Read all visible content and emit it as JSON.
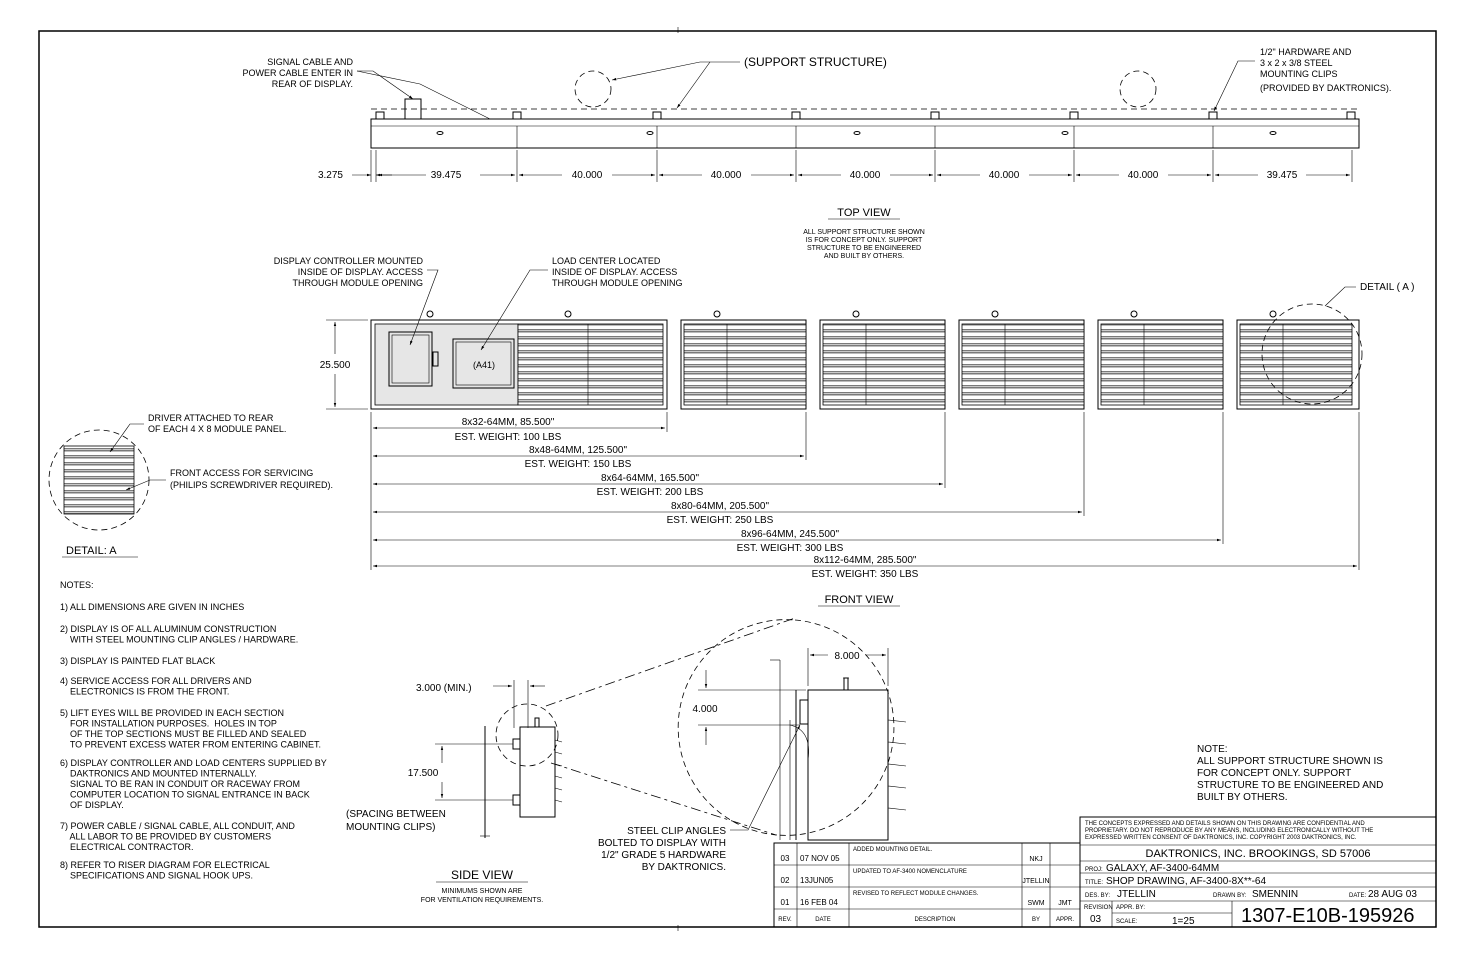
{
  "top_view": {
    "title": "TOP VIEW",
    "note": [
      "ALL SUPPORT STRUCTURE SHOWN",
      "IS FOR CONCEPT ONLY.  SUPPORT",
      "STRUCTURE TO BE ENGINEERED",
      "AND BUILT BY OTHERS."
    ],
    "callout_signal": [
      "SIGNAL CABLE AND",
      "POWER CABLE ENTER IN",
      "REAR OF DISPLAY."
    ],
    "callout_support": "(SUPPORT  STRUCTURE)",
    "callout_hardware": [
      "1/2\" HARDWARE AND",
      "3 x 2 x 3/8 STEEL",
      "MOUNTING CLIPS",
      "(PROVIDED BY DAKTRONICS)."
    ],
    "dimensions": [
      "3.275",
      "39.475",
      "40.000",
      "40.000",
      "40.000",
      "40.000",
      "40.000",
      "39.475"
    ]
  },
  "front_view": {
    "title": "FRONT VIEW",
    "callout_controller": [
      "DISPLAY CONTROLLER MOUNTED",
      "INSIDE OF DISPLAY.  ACCESS",
      "THROUGH MODULE OPENING"
    ],
    "callout_loadcenter": [
      "LOAD CENTER LOCATED",
      "INSIDE OF DISPLAY. ACCESS",
      "THROUGH MODULE OPENING"
    ],
    "detail_callout": "DETAIL  ( A )",
    "height_dim": "25.500",
    "load_center_label": "(A41)",
    "sizes": [
      {
        "label": "8x32-64MM, 85.500\"",
        "weight": "EST. WEIGHT: 100 LBS"
      },
      {
        "label": "8x48-64MM, 125.500\"",
        "weight": "EST. WEIGHT: 150 LBS"
      },
      {
        "label": "8x64-64MM, 165.500\"",
        "weight": "EST. WEIGHT: 200 LBS"
      },
      {
        "label": "8x80-64MM, 205.500\"",
        "weight": "EST. WEIGHT: 250 LBS"
      },
      {
        "label": "8x96-64MM, 245.500\"",
        "weight": "EST. WEIGHT: 300 LBS"
      },
      {
        "label": "8x112-64MM, 285.500\"",
        "weight": "EST. WEIGHT: 350 LBS"
      }
    ]
  },
  "detail_a": {
    "title": "DETAIL: A",
    "callout_driver": [
      "DRIVER ATTACHED TO REAR",
      "OF EACH 4 X 8 MODULE PANEL."
    ],
    "callout_access": [
      "FRONT ACCESS FOR SERVICING",
      "(PHILIPS SCREWDRIVER REQUIRED)."
    ]
  },
  "notes": {
    "heading": "NOTES:",
    "items": [
      [
        "1) ALL DIMENSIONS ARE GIVEN IN INCHES"
      ],
      [
        "2) DISPLAY IS OF ALL ALUMINUM CONSTRUCTION",
        "    WITH STEEL MOUNTING CLIP ANGLES / HARDWARE."
      ],
      [
        "3) DISPLAY IS PAINTED FLAT BLACK"
      ],
      [
        "4) SERVICE ACCESS FOR ALL DRIVERS AND",
        "    ELECTRONICS IS FROM THE FRONT."
      ],
      [
        "5) LIFT EYES WILL BE PROVIDED IN EACH SECTION",
        "    FOR INSTALLATION PURPOSES.  HOLES IN TOP",
        "    OF THE TOP SECTIONS MUST BE FILLED AND SEALED",
        "    TO PREVENT EXCESS WATER FROM ENTERING CABINET."
      ],
      [
        "6) DISPLAY CONTROLLER AND LOAD CENTERS SUPPLIED BY",
        "    DAKTRONICS AND MOUNTED INTERNALLY.",
        "    SIGNAL TO BE RAN IN CONDUIT OR RACEWAY FROM",
        "    COMPUTER LOCATION TO SIGNAL ENTRANCE IN BACK",
        "    OF DISPLAY."
      ],
      [
        "7) POWER CABLE / SIGNAL CABLE, ALL CONDUIT, AND",
        "    ALL LABOR TO BE PROVIDED BY CUSTOMERS",
        "    ELECTRICAL CONTRACTOR."
      ],
      [
        "8) REFER TO RISER DIAGRAM FOR ELECTRICAL",
        "    SPECIFICATIONS AND SIGNAL HOOK UPS."
      ]
    ]
  },
  "side_view": {
    "title": "SIDE  VIEW",
    "subtitle": [
      "MINIMUMS SHOWN ARE",
      "FOR VENTILATION REQUIREMENTS."
    ],
    "dim_min": "3.000 (MIN.)",
    "dim_spacing": "17.500",
    "spacing_label": [
      "(SPACING BETWEEN",
      "MOUNTING CLIPS)"
    ],
    "dim_detail_w": "8.000",
    "dim_detail_h": "4.000",
    "callout_clip": [
      "STEEL CLIP ANGLES",
      "BOLTED TO DISPLAY WITH",
      "1/2\" GRADE 5 HARDWARE",
      "BY DAKTRONICS."
    ]
  },
  "support_note": [
    "NOTE:",
    "ALL SUPPORT STRUCTURE SHOWN IS",
    "FOR CONCEPT ONLY.  SUPPORT",
    "STRUCTURE TO BE ENGINEERED AND",
    "BUILT BY OTHERS."
  ],
  "revisions": {
    "rows": [
      {
        "rev": "03",
        "date": "07 NOV 05",
        "desc": "ADDED MOUNTING DETAIL.",
        "by": "NKJ",
        "appr": ""
      },
      {
        "rev": "02",
        "date": "13JUN05",
        "desc": "UPDATED TO AF-3400 NOMENCLATURE",
        "by": "JTELLIN",
        "appr": ""
      },
      {
        "rev": "01",
        "date": "16 FEB 04",
        "desc": "REVISED TO REFLECT MODULE CHANGES.",
        "by": "SWM",
        "appr": "JMT"
      }
    ],
    "headers": {
      "rev": "REV.",
      "date": "DATE",
      "desc": "DESCRIPTION",
      "by": "BY",
      "appr": "APPR."
    }
  },
  "title_block": {
    "confidential": [
      "THE CONCEPTS EXPRESSED AND DETAILS SHOWN ON THIS DRAWING ARE CONFIDENTIAL AND",
      "PROPRIETARY.  DO NOT REPRODUCE BY ANY MEANS, INCLUDING ELECTRONICALLY WITHOUT THE",
      "EXPRESSED WRITTEN CONSENT OF DAKTRONICS, INC.          COPYRIGHT 2003 DAKTRONICS, INC."
    ],
    "company": "DAKTRONICS, INC.   BROOKINGS, SD 57006",
    "proj_label": "PROJ:",
    "proj": "GALAXY, AF-3400-64MM",
    "title_label": "TITLE:",
    "title": "SHOP DRAWING, AF-3400-8X**-64",
    "des_label": "DES. BY:",
    "des_by": "JTELLIN",
    "drawn_label": "DRAWN BY:",
    "drawn_by": "SMENNIN",
    "date_label": "DATE:",
    "date": "28 AUG 03",
    "revision_label": "REVISION",
    "revision": "03",
    "appr_label": "APPR. BY:",
    "scale_label": "SCALE:",
    "scale": "1=25",
    "drawing_number": "1307-E10B-195926"
  }
}
